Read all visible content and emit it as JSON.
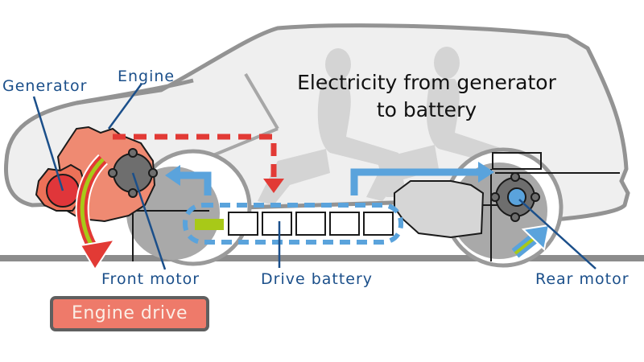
{
  "diagram": {
    "title_line1": "Electricity from generator",
    "title_line2": "to battery",
    "labels": {
      "generator": "Generator",
      "engine": "Engine",
      "front_motor": "Front motor",
      "drive_battery": "Drive battery",
      "rear_motor": "Rear motor"
    },
    "mode": "Engine drive",
    "battery": {
      "cells_total": 6,
      "cells_charged_indicator": 1
    },
    "colors": {
      "label_blue": "#1b4f8a",
      "electric_flow_blue": "#5aa3dc",
      "generator_flow_red": "#e23a35",
      "engine_salmon": "#ef8a72",
      "battery_charge_green": "#a8c918",
      "mode_badge": "#ee7a6a"
    }
  }
}
